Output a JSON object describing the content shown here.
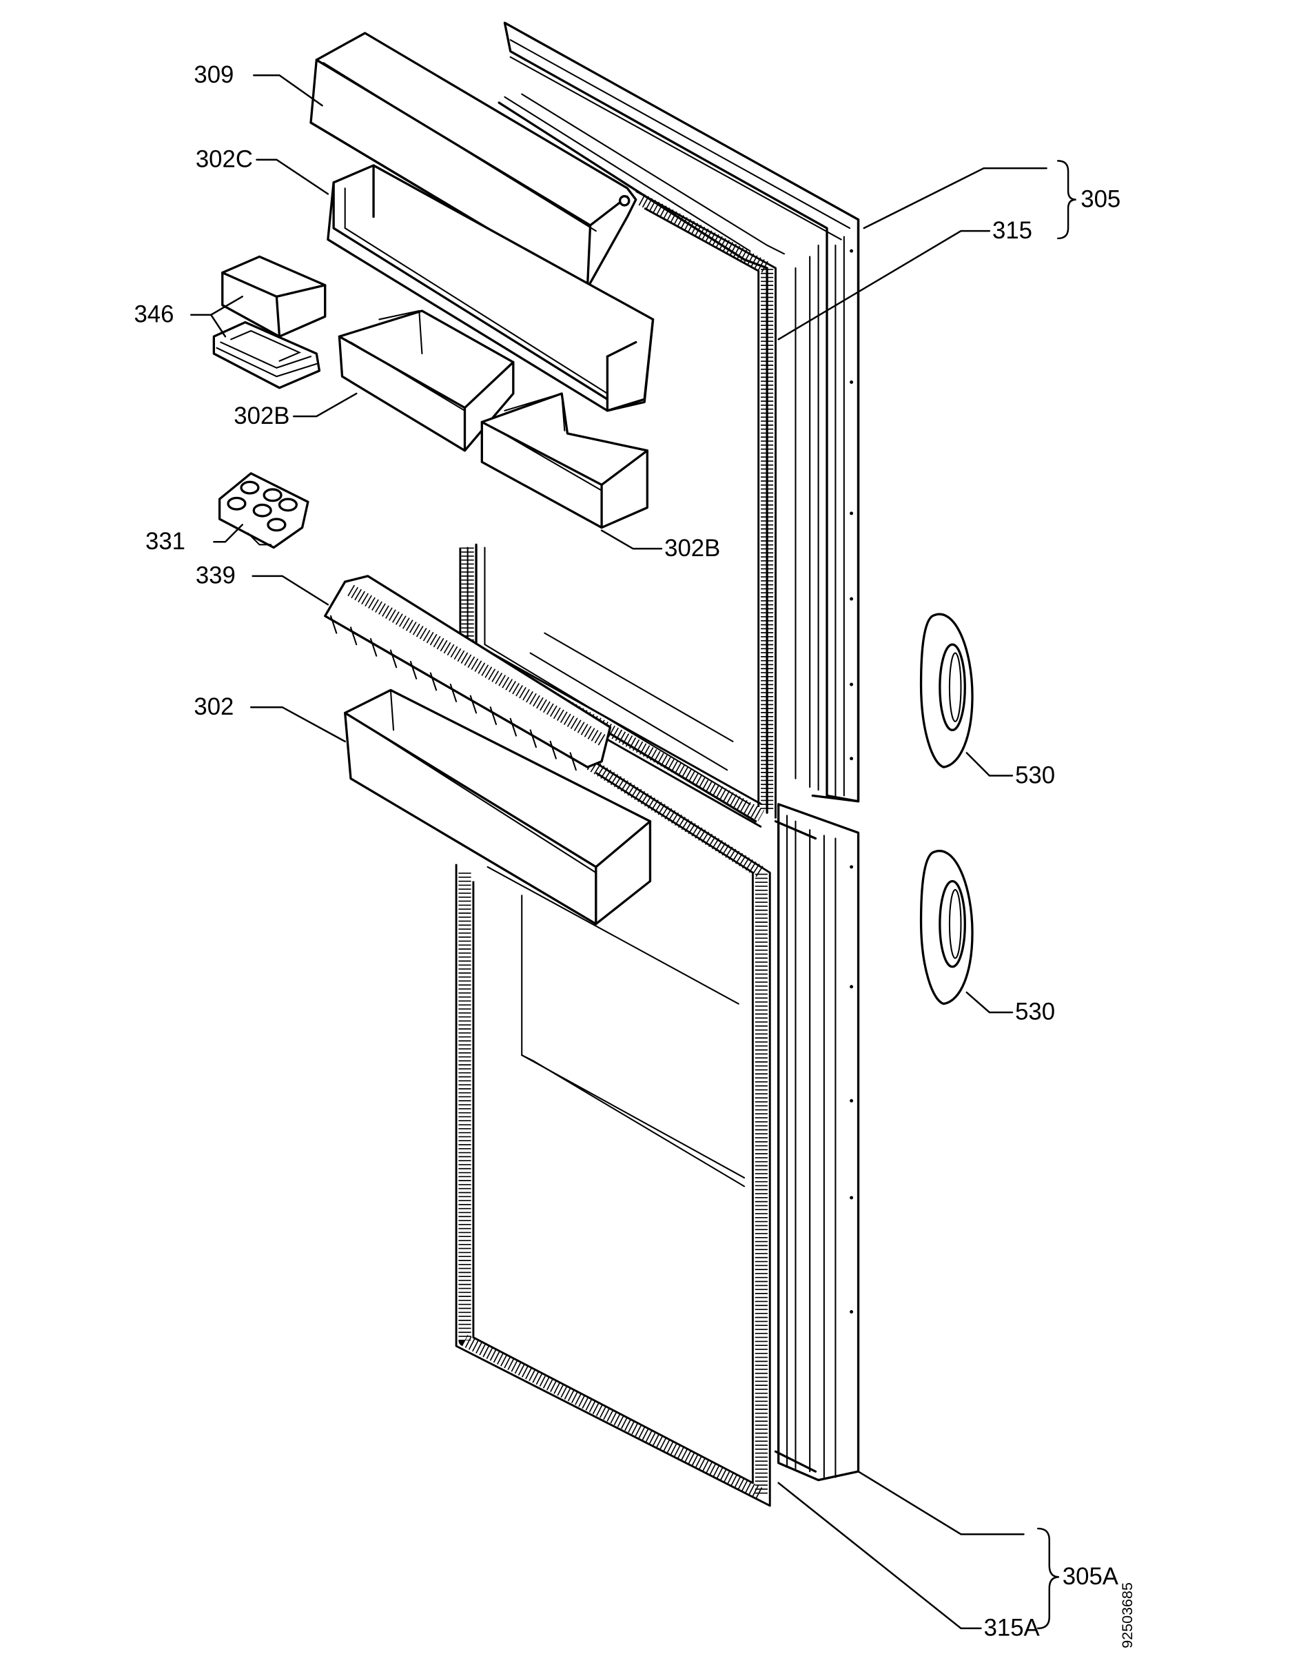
{
  "labels": {
    "l309": "309",
    "l302c": "302C",
    "l346": "346",
    "l302b_left": "302B",
    "l302b_right": "302B",
    "l331": "331",
    "l339": "339",
    "l302": "302",
    "l305": "305",
    "l315": "315",
    "l530_top": "530",
    "l530_bottom": "530",
    "l305a": "305A",
    "l315a": "315A"
  },
  "drawing_number": "92503685"
}
